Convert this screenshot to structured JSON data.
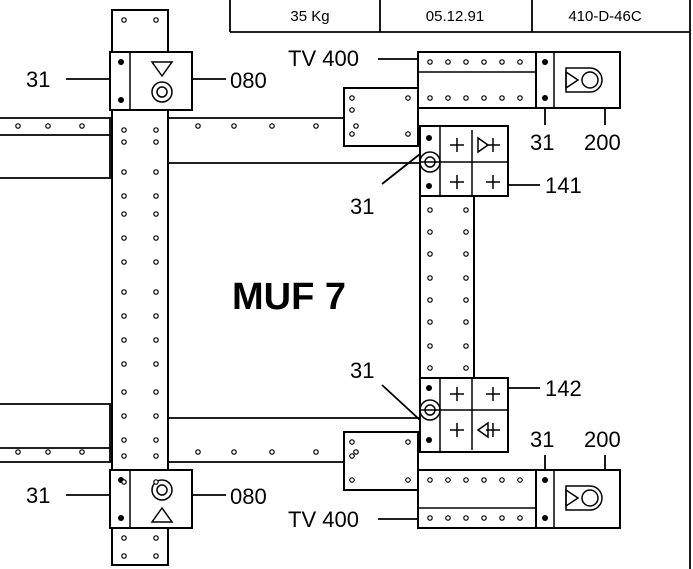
{
  "table": {
    "weight": "35 Kg",
    "date": "05.12.91",
    "code": "410-D-46C"
  },
  "title": "MUF 7",
  "labels": {
    "tl_31": "31",
    "tl_080": "080",
    "tv400_top": "TV 400",
    "tr_31": "31",
    "tr_200": "200",
    "c_31_top": "31",
    "n141": "141",
    "c_31_bot": "31",
    "n142": "142",
    "br_31": "31",
    "br_200": "200",
    "bl_31": "31",
    "bl_080": "080",
    "tv400_bot": "TV 400"
  }
}
